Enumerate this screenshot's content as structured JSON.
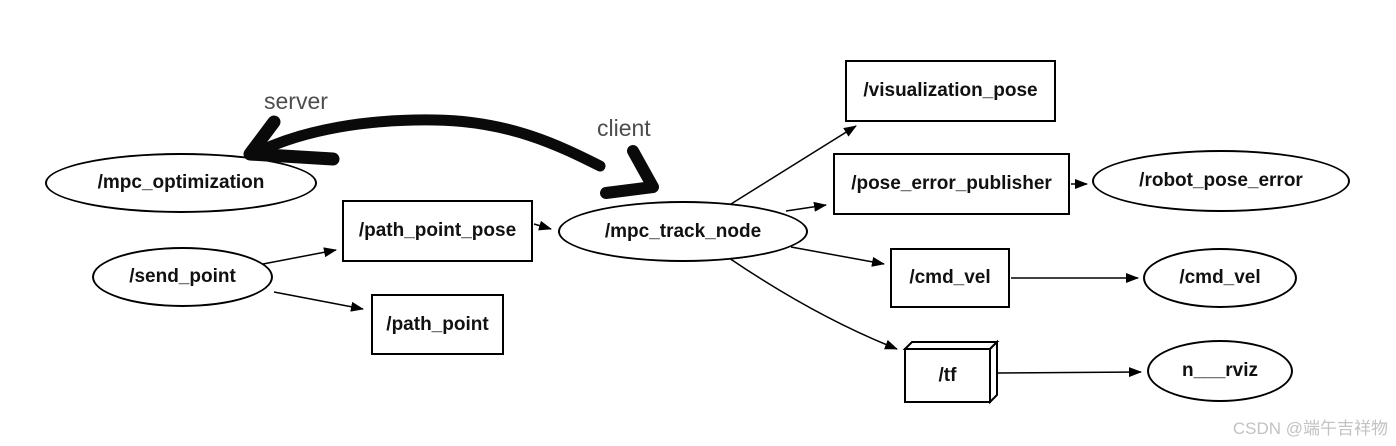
{
  "diagram": {
    "nodes": {
      "mpc_optimization": {
        "label": "/mpc_optimization",
        "shape": "ellipse"
      },
      "send_point": {
        "label": "/send_point",
        "shape": "ellipse"
      },
      "path_point_pose": {
        "label": "/path_point_pose",
        "shape": "box"
      },
      "path_point": {
        "label": "/path_point",
        "shape": "box"
      },
      "mpc_track_node": {
        "label": "/mpc_track_node",
        "shape": "ellipse"
      },
      "visualization_pose": {
        "label": "/visualization_pose",
        "shape": "box"
      },
      "pose_error_publisher": {
        "label": "/pose_error_publisher",
        "shape": "box"
      },
      "robot_pose_error": {
        "label": "/robot_pose_error",
        "shape": "ellipse"
      },
      "cmd_vel_topic": {
        "label": "/cmd_vel",
        "shape": "box"
      },
      "cmd_vel_node": {
        "label": "/cmd_vel",
        "shape": "ellipse"
      },
      "tf": {
        "label": "/tf",
        "shape": "box3d"
      },
      "rviz": {
        "label": "n___rviz",
        "shape": "ellipse"
      }
    },
    "edges": [
      {
        "from": "send_point",
        "to": "path_point_pose"
      },
      {
        "from": "send_point",
        "to": "path_point"
      },
      {
        "from": "path_point_pose",
        "to": "mpc_track_node"
      },
      {
        "from": "mpc_track_node",
        "to": "visualization_pose"
      },
      {
        "from": "mpc_track_node",
        "to": "pose_error_publisher"
      },
      {
        "from": "pose_error_publisher",
        "to": "robot_pose_error"
      },
      {
        "from": "mpc_track_node",
        "to": "cmd_vel_topic"
      },
      {
        "from": "cmd_vel_topic",
        "to": "cmd_vel_node"
      },
      {
        "from": "mpc_track_node",
        "to": "tf"
      },
      {
        "from": "tf",
        "to": "rviz"
      }
    ],
    "hand_annotation": {
      "server_label": "server",
      "client_label": "client"
    },
    "colors": {
      "node_stroke": "#000000",
      "node_fill": "#ffffff",
      "edge_stroke": "#000000",
      "hand_arrow": "#0a0a0a",
      "annotation_text": "#4d4d4d",
      "watermark": "#c2c2c2"
    }
  },
  "watermark": {
    "text": "CSDN @端午吉祥物"
  }
}
